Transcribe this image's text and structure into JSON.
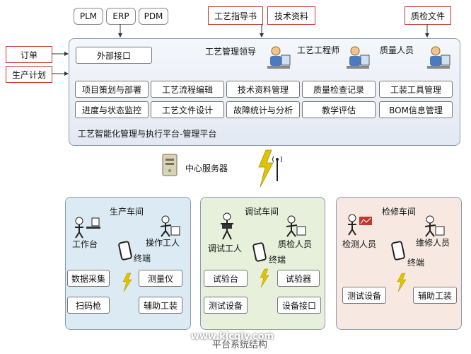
{
  "top_systems": [
    "PLM",
    "ERP",
    "PDM"
  ],
  "top_docs": [
    "工艺指导书",
    "技术资料"
  ],
  "qc_doc": "质检文件",
  "left_docs": [
    "订单",
    "生产计划"
  ],
  "platform": {
    "external": "外部接口",
    "roles": [
      "工艺管理领导",
      "工艺工程师",
      "质量人员"
    ],
    "modules_row1": [
      "项目策划与部署",
      "工艺流程编辑",
      "技术资料管理",
      "质量检查记录",
      "工装工具管理"
    ],
    "modules_row2": [
      "进度与状态监控",
      "工艺文件设计",
      "故障统计与分析",
      "教学评估",
      "BOM信息管理"
    ],
    "title": "工艺智能化管理与执行平台-管理平台"
  },
  "server": "中心服务器",
  "workshops": {
    "production": {
      "title": "生产车间",
      "people": [
        "工作台",
        "操作工人"
      ],
      "terminal": "终端",
      "boxes": [
        "数据采集",
        "测量仪",
        "扫码枪",
        "辅助工装"
      ]
    },
    "debug": {
      "title": "调试车间",
      "people": [
        "调试工人",
        "质检人员"
      ],
      "terminal": "终端",
      "boxes": [
        "试验台",
        "试验器",
        "测试设备",
        "设备接口"
      ]
    },
    "repair": {
      "title": "检修车间",
      "people": [
        "检测人员",
        "维修人员"
      ],
      "terminal": "终端",
      "boxes": [
        "测试设备",
        "辅助工装"
      ]
    }
  },
  "caption": "平台系统结构",
  "watermark": "www.kjcqiy.com",
  "colors": {
    "panel_top": "#e9eef7",
    "production_bg": "#dcebf3",
    "debug_bg": "#e6f0da",
    "repair_bg": "#f7e9e1",
    "doc_red": "#c0392b",
    "lightning": "#e0c400"
  }
}
